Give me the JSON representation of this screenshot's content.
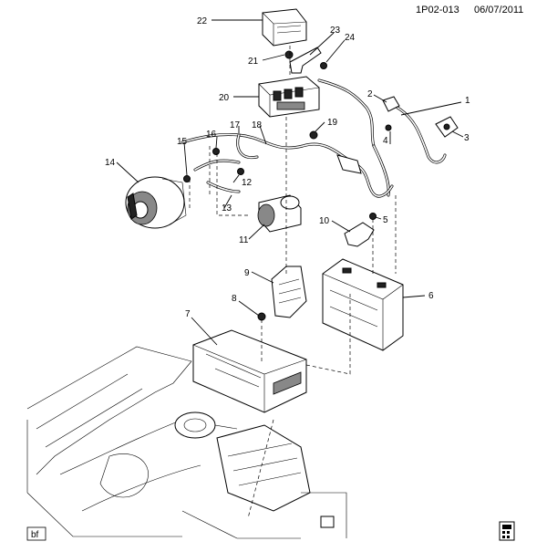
{
  "header": {
    "code": "1P02-013",
    "date": "06/07/2011"
  },
  "footer": {
    "initials": "bf"
  },
  "callouts": [
    "1",
    "2",
    "3",
    "4",
    "5",
    "6",
    "7",
    "8",
    "9",
    "10",
    "11",
    "12",
    "13",
    "14",
    "15",
    "16",
    "17",
    "18",
    "19",
    "20",
    "21",
    "22",
    "23",
    "24"
  ]
}
